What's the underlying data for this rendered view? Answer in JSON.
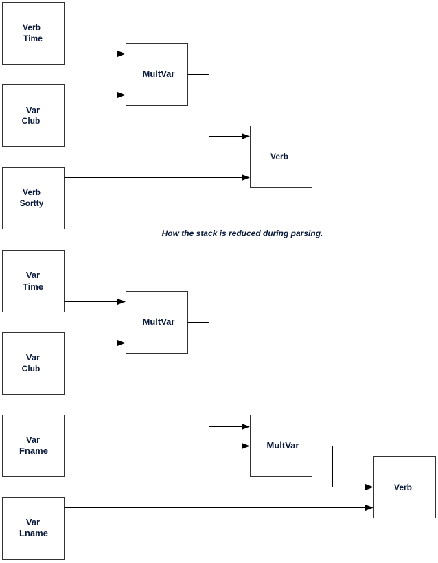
{
  "caption": "How the stack is reduced during parsing.",
  "diagram1": {
    "verb_time": {
      "line1": "Verb",
      "line2": "Time"
    },
    "var_club": {
      "line1": "Var",
      "line2": "Club"
    },
    "verb_sortty": {
      "line1": "Verb",
      "line2": "Sortty"
    },
    "multvar": {
      "label": "MultVar"
    },
    "verb": {
      "label": "Verb"
    }
  },
  "diagram2": {
    "var_time": {
      "line1": "Var",
      "line2": "Time"
    },
    "var_club": {
      "line1": "Var",
      "line2": "Club"
    },
    "var_fname": {
      "line1": "Var",
      "line2": "Fname"
    },
    "var_lname": {
      "line1": "Var",
      "line2": "Lname"
    },
    "multvar_a": {
      "label": "MultVar"
    },
    "multvar_b": {
      "label": "MultVar"
    },
    "verb": {
      "label": "Verb"
    }
  }
}
